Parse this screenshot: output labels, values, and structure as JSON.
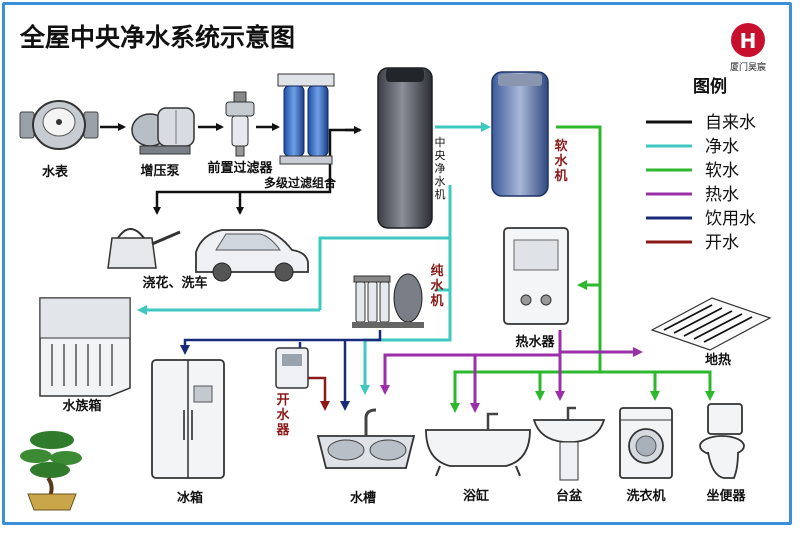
{
  "title": "全屋中央净水系统示意图",
  "brand": {
    "name": "厦门昊宸",
    "logo_letter": "H"
  },
  "legend": {
    "title": "图例",
    "items": [
      {
        "label": "自来水",
        "color": "#111111"
      },
      {
        "label": "净水",
        "color": "#3ec8c0"
      },
      {
        "label": "软水",
        "color": "#2eb82e"
      },
      {
        "label": "热水",
        "color": "#9b2fa8"
      },
      {
        "label": "饮用水",
        "color": "#1c2a7a"
      },
      {
        "label": "开水",
        "color": "#8b1a1a"
      }
    ]
  },
  "labels": {
    "meter": "水表",
    "pump": "增压泵",
    "prefilter": "前置过滤器",
    "multifilter": "多级过滤组合",
    "garden": "浇花、洗车",
    "central_chars": [
      "中",
      "央",
      "净",
      "水",
      "机"
    ],
    "softener_chars": [
      "软",
      "水",
      "机"
    ],
    "heater": "热水器",
    "floor_heat": "地热",
    "ro_chars": [
      "纯",
      "水",
      "机"
    ],
    "boiler_chars": [
      "开",
      "水",
      "器"
    ],
    "radiator": "水族箱",
    "fridge": "冰箱",
    "sink": "水槽",
    "bathtub": "浴缸",
    "basin": "台盆",
    "washer": "洗衣机",
    "toilet": "坐便器"
  }
}
